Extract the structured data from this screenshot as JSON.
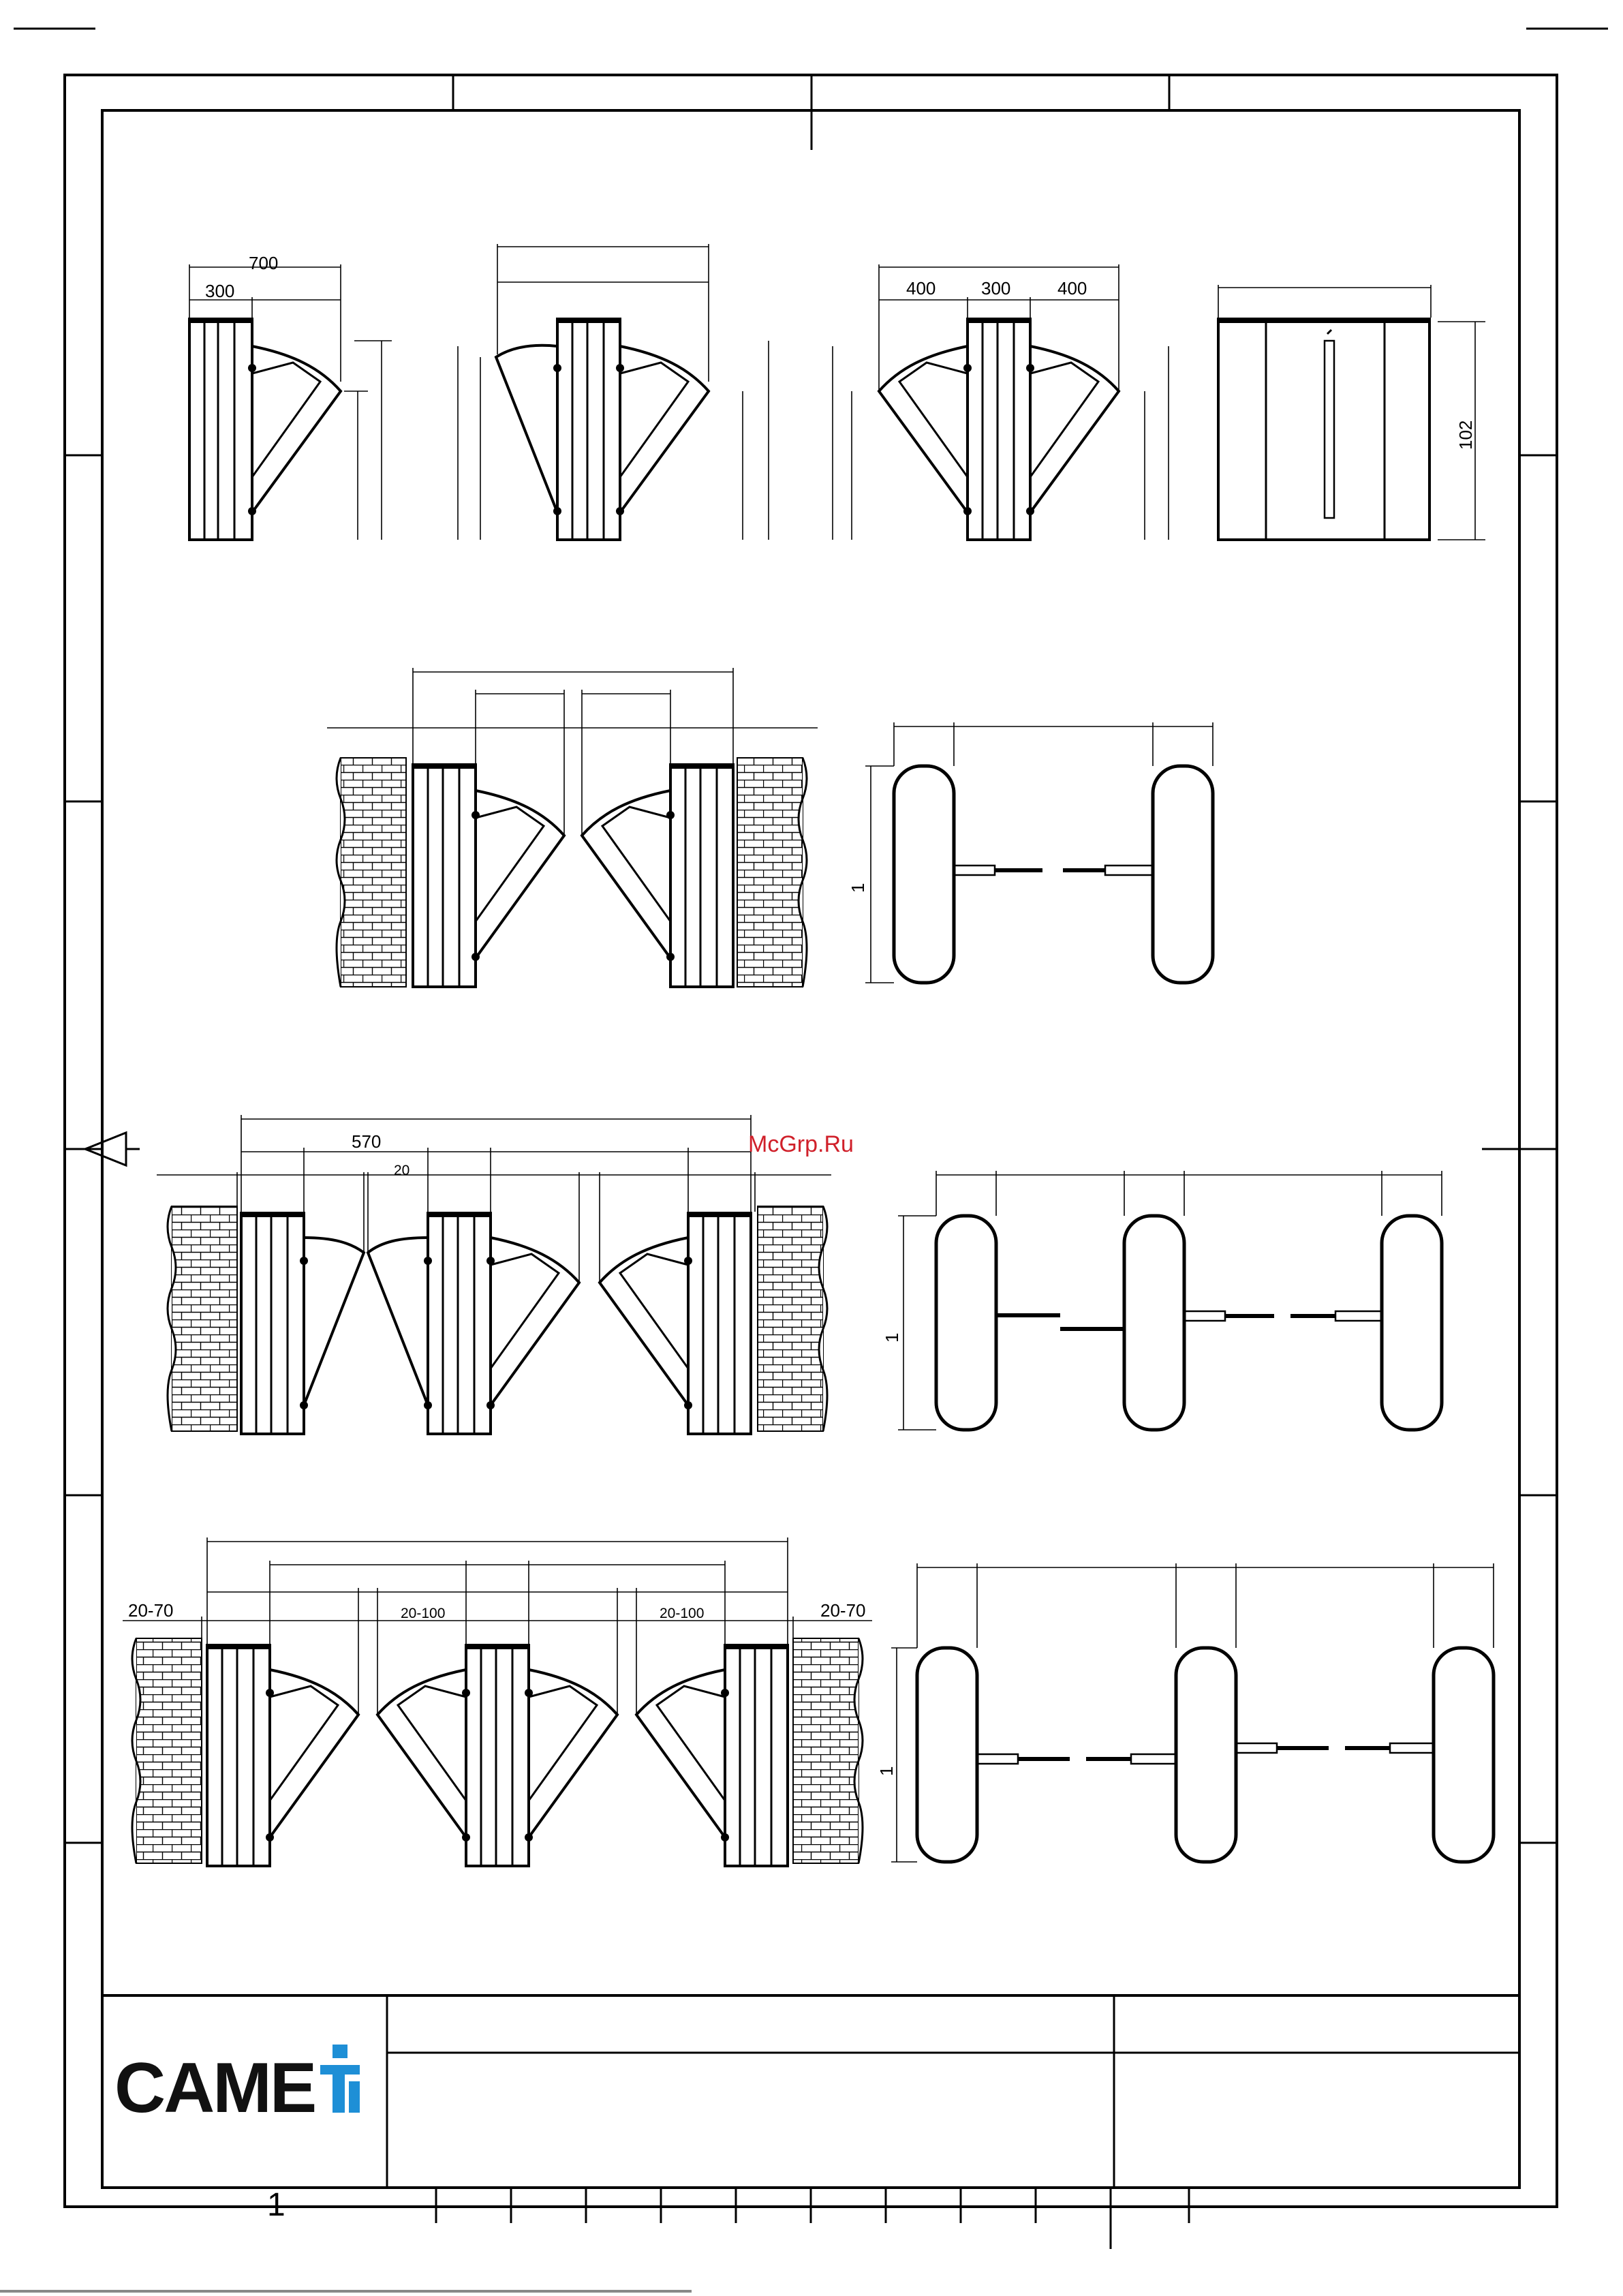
{
  "watermark": "McGrp.Ru",
  "brand": {
    "name": "CAME",
    "accent": "#1e8fd6"
  },
  "page_number": "1",
  "dimensions": {
    "top_left": [
      "700",
      "300"
    ],
    "top_third": [
      "400",
      "300",
      "400"
    ],
    "top_side": "102",
    "row3": [
      "570",
      "20"
    ],
    "row4": [
      "20-70",
      "20-100",
      "20-100",
      "20-70"
    ],
    "scheme_label": "1"
  }
}
